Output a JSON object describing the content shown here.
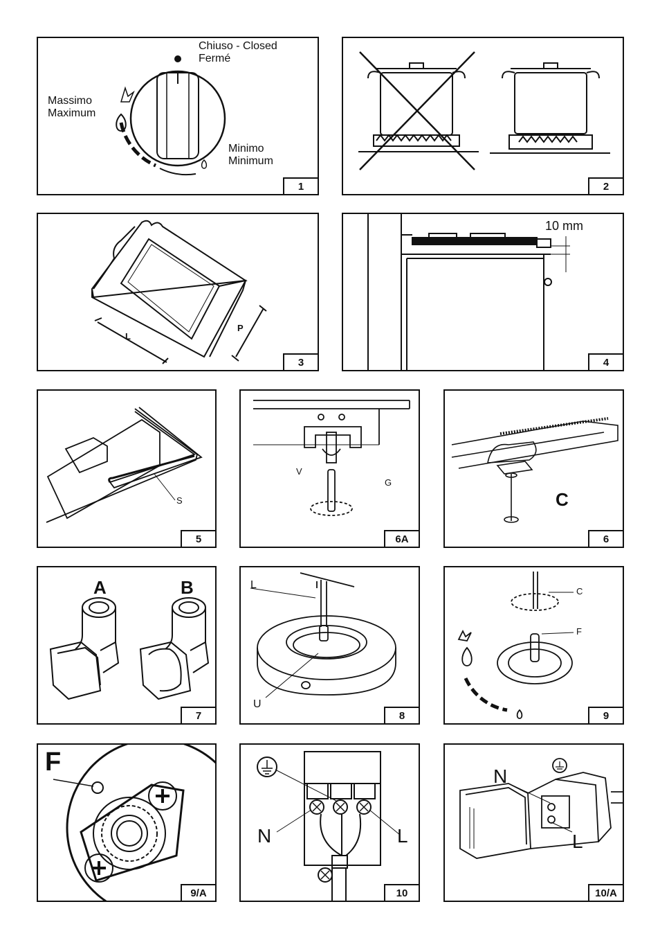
{
  "figures": [
    {
      "number": "1",
      "labels": {
        "closed_it": "Chiuso - Closed",
        "closed_fr": "Fermé",
        "max_it": "Massimo",
        "max_en": "Maximum",
        "min_it": "Minimo",
        "min_en": "Minimum"
      }
    },
    {
      "number": "2"
    },
    {
      "number": "3",
      "labels": {
        "length": "L",
        "depth": "P"
      }
    },
    {
      "number": "4",
      "labels": {
        "gap": "10 mm"
      }
    },
    {
      "number": "5",
      "labels": {
        "seal": "S"
      }
    },
    {
      "number": "6A",
      "labels": {
        "screw": "V",
        "hook": "G"
      }
    },
    {
      "number": "6",
      "labels": {
        "clamp": "C"
      }
    },
    {
      "number": "7",
      "labels": {
        "fitting_a": "A",
        "fitting_b": "B"
      }
    },
    {
      "number": "8",
      "labels": {
        "key": "L",
        "nozzle": "U"
      }
    },
    {
      "number": "9",
      "labels": {
        "screwdriver": "C",
        "spindle": "F"
      }
    },
    {
      "number": "9/A",
      "labels": {
        "screw": "F"
      }
    },
    {
      "number": "10",
      "labels": {
        "neutral": "N",
        "live": "L"
      }
    },
    {
      "number": "10/A",
      "labels": {
        "neutral": "N",
        "live": "L"
      }
    }
  ]
}
